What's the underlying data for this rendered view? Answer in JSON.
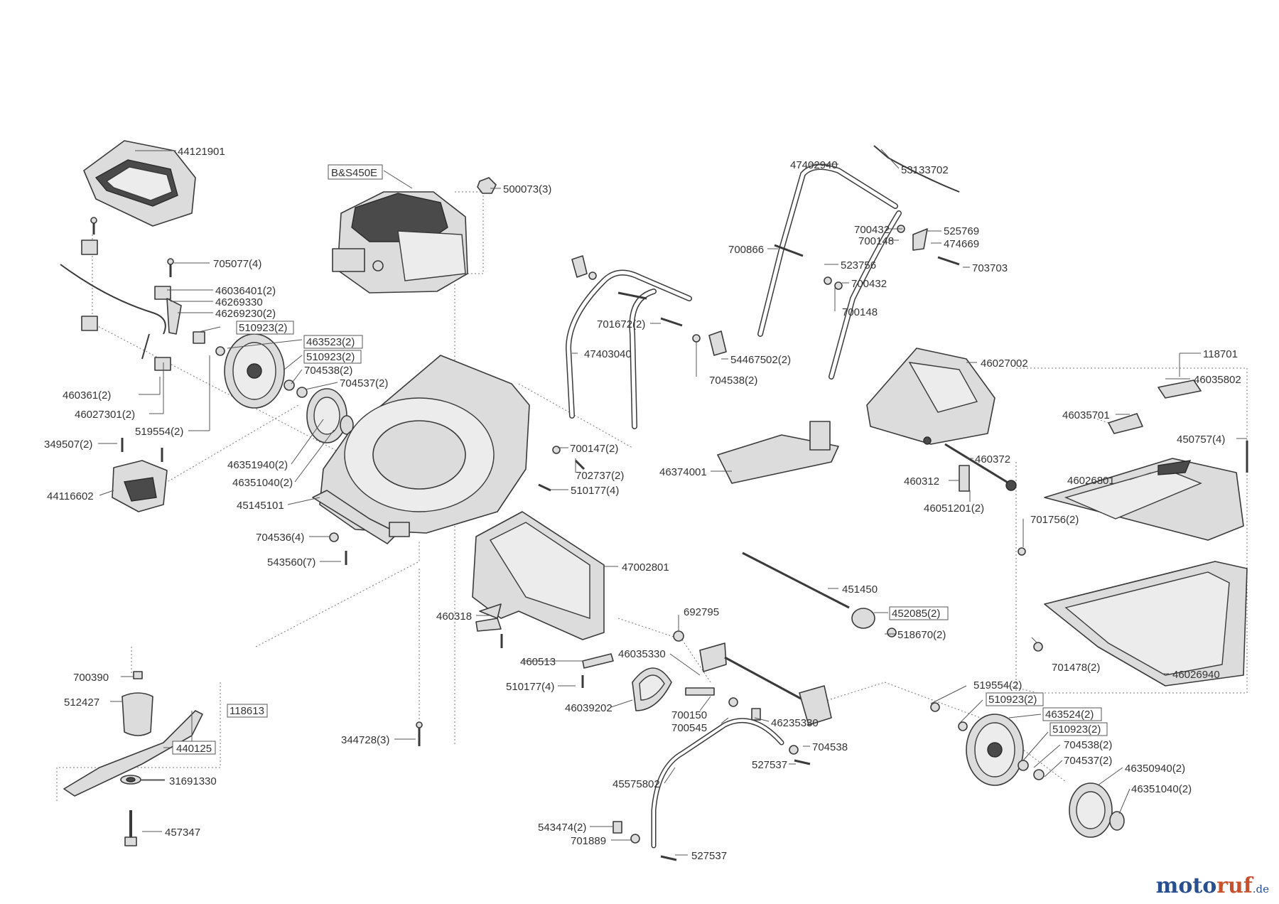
{
  "labels": {
    "l44121901": "44121901",
    "lBS450E": "B&S450E",
    "l500073": "500073(3)",
    "l47402940": "47402940",
    "l53133702": "53133702",
    "l705077": "705077(4)",
    "l700432a": "700432",
    "l700148a": "700148",
    "l525769": "525769",
    "l474669": "474669",
    "l700866": "700866",
    "l523756": "523756",
    "l703703": "703703",
    "l46036401": "46036401(2)",
    "l46269330": "46269330",
    "l46269230": "46269230(2)",
    "l510923a": "510923(2)",
    "l463523": "463523(2)",
    "l510923b": "510923(2)",
    "l704538a": "704538(2)",
    "l704537a": "704537(2)",
    "l700432b": "700432",
    "l700148b": "700148",
    "l701672": "701672(2)",
    "l47403040": "47403040",
    "l54467502": "54467502(2)",
    "l704538b": "704538(2)",
    "l118701": "118701",
    "l46027002": "46027002",
    "l46035802": "46035802",
    "l460361": "460361(2)",
    "l46027301": "46027301(2)",
    "l519554a": "519554(2)",
    "l349507": "349507(2)",
    "l44116602": "44116602",
    "l46351940": "46351940(2)",
    "l46351040a": "46351040(2)",
    "l45145101": "45145101",
    "l700147": "700147(2)",
    "l702737": "702737(2)",
    "l510177a": "510177(4)",
    "l46374001": "46374001",
    "l460372": "460372",
    "l460312": "460312",
    "l46051201": "46051201(2)",
    "l46035701": "46035701",
    "l450757": "450757(4)",
    "l46026801": "46026801",
    "l701756": "701756(2)",
    "l704536": "704536(4)",
    "l543560": "543560(7)",
    "l47002801": "47002801",
    "l451450": "451450",
    "l452085": "452085(2)",
    "l518670": "518670(2)",
    "l460318": "460318",
    "l692795": "692795",
    "l460513": "460513",
    "l46035330": "46035330",
    "l510177b": "510177(4)",
    "l701478": "701478(2)",
    "l46026940": "46026940",
    "l700390": "700390",
    "l512427": "512427",
    "l118613": "118613",
    "l440125": "440125",
    "l31691330": "31691330",
    "l457347": "457347",
    "l344728": "344728(3)",
    "l46039202": "46039202",
    "l700150": "700150",
    "l700545": "700545",
    "l46235330": "46235330",
    "l519554b": "519554(2)",
    "l510923c": "510923(2)",
    "l463524": "463524(2)",
    "l510923d": "510923(2)",
    "l704538c": "704538(2)",
    "l704537b": "704537(2)",
    "l46350940": "46350940(2)",
    "l46351040b": "46351040(2)",
    "l704538d": "704538",
    "l527537a": "527537",
    "l45575802": "45575802",
    "l543474": "543474(2)",
    "l701889": "701889",
    "l527537b": "527537"
  },
  "watermark": {
    "part1": "moto",
    "part2": "ruf",
    "part3": ".de"
  },
  "colors": {
    "line": "#3a3a3a",
    "part_fill": "#dcdcdc",
    "text": "#333333",
    "watermark_blue": "#2a4f8f",
    "watermark_orange": "#c8502a"
  }
}
